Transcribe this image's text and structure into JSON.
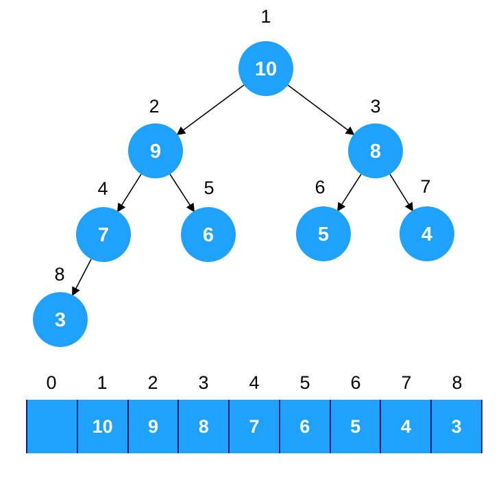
{
  "colors": {
    "node_fill": "#1FA2FF",
    "node_text": "#FFFFFF",
    "label_text": "#000000",
    "edge": "#000000",
    "array_cell_fill": "#1FA2FF",
    "array_border": "#121D6B",
    "background": "#FFFFFF"
  },
  "tree": {
    "nodes": [
      {
        "label": "1",
        "value": "10"
      },
      {
        "label": "2",
        "value": "9"
      },
      {
        "label": "3",
        "value": "8"
      },
      {
        "label": "4",
        "value": "7"
      },
      {
        "label": "5",
        "value": "6"
      },
      {
        "label": "6",
        "value": "5"
      },
      {
        "label": "7",
        "value": "4"
      },
      {
        "label": "8",
        "value": "3"
      }
    ]
  },
  "array": {
    "indices": [
      "0",
      "1",
      "2",
      "3",
      "4",
      "5",
      "6",
      "7",
      "8"
    ],
    "values": [
      "",
      "10",
      "9",
      "8",
      "7",
      "6",
      "5",
      "4",
      "3"
    ]
  }
}
